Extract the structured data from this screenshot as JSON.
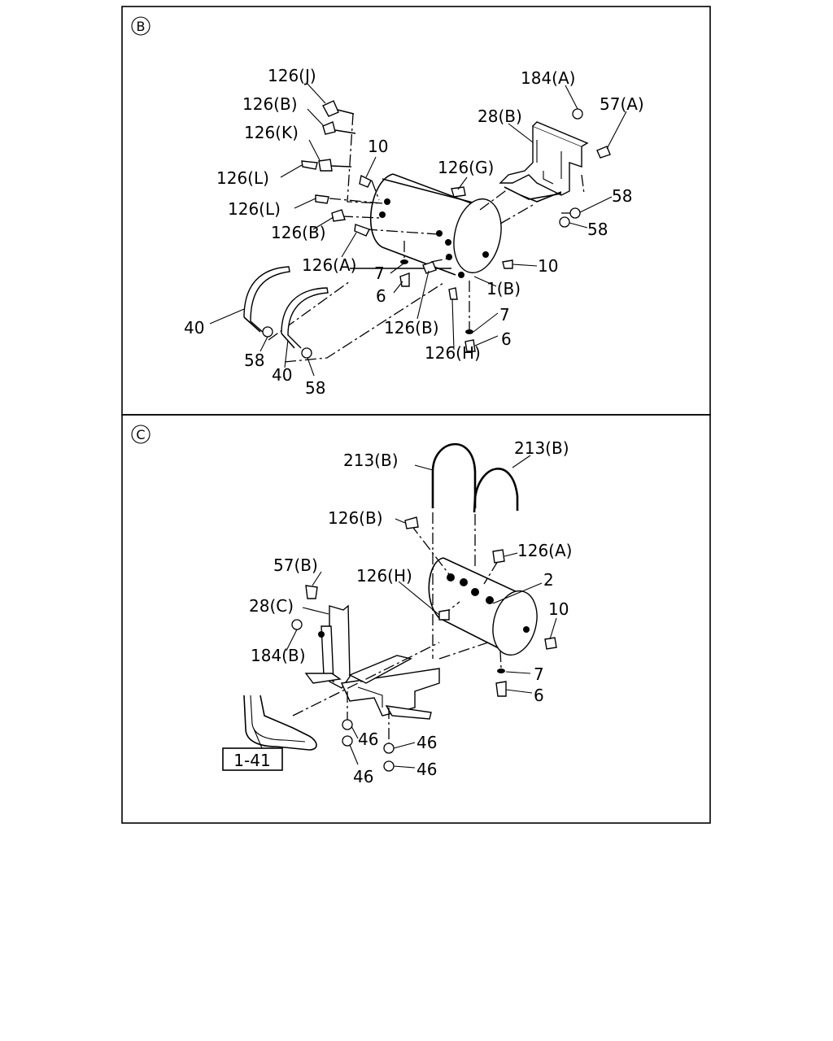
{
  "panels": [
    {
      "id": "B",
      "marker": "B",
      "labels": [
        {
          "key": "p126j",
          "text": "126(J)"
        },
        {
          "key": "p126b1",
          "text": "126(B)"
        },
        {
          "key": "p126k",
          "text": "126(K)"
        },
        {
          "key": "p10a",
          "text": "10"
        },
        {
          "key": "p126l1",
          "text": "126(L)"
        },
        {
          "key": "p126l2",
          "text": "126(L)"
        },
        {
          "key": "p126b2",
          "text": "126(B)"
        },
        {
          "key": "p126a",
          "text": "126(A)"
        },
        {
          "key": "p126g",
          "text": "126(G)"
        },
        {
          "key": "p184a",
          "text": "184(A)"
        },
        {
          "key": "p57a",
          "text": "57(A)"
        },
        {
          "key": "p28b",
          "text": "28(B)"
        },
        {
          "key": "p58a",
          "text": "58"
        },
        {
          "key": "p58b",
          "text": "58"
        },
        {
          "key": "p10b",
          "text": "10"
        },
        {
          "key": "p1b",
          "text": "1(B)"
        },
        {
          "key": "p7a",
          "text": "7"
        },
        {
          "key": "p6a",
          "text": "6"
        },
        {
          "key": "p7b",
          "text": "7"
        },
        {
          "key": "p6b",
          "text": "6"
        },
        {
          "key": "p126b3",
          "text": "126(B)"
        },
        {
          "key": "p126h",
          "text": "126(H)"
        },
        {
          "key": "p40a",
          "text": "40"
        },
        {
          "key": "p58c",
          "text": "58"
        },
        {
          "key": "p40b",
          "text": "40"
        },
        {
          "key": "p58d",
          "text": "58"
        }
      ]
    },
    {
      "id": "C",
      "marker": "C",
      "labels": [
        {
          "key": "p213b1",
          "text": "213(B)"
        },
        {
          "key": "p213b2",
          "text": "213(B)"
        },
        {
          "key": "p126b",
          "text": "126(B)"
        },
        {
          "key": "p126a",
          "text": "126(A)"
        },
        {
          "key": "p57b",
          "text": "57(B)"
        },
        {
          "key": "p126h",
          "text": "126(H)"
        },
        {
          "key": "p2",
          "text": "2"
        },
        {
          "key": "p28c",
          "text": "28(C)"
        },
        {
          "key": "p10",
          "text": "10"
        },
        {
          "key": "p184b",
          "text": "184(B)"
        },
        {
          "key": "p7",
          "text": "7"
        },
        {
          "key": "p6",
          "text": "6"
        },
        {
          "key": "p46a",
          "text": "46"
        },
        {
          "key": "p46b",
          "text": "46"
        },
        {
          "key": "p46c",
          "text": "46"
        },
        {
          "key": "p46d",
          "text": "46"
        },
        {
          "key": "p141",
          "text": "1-41"
        }
      ]
    }
  ]
}
